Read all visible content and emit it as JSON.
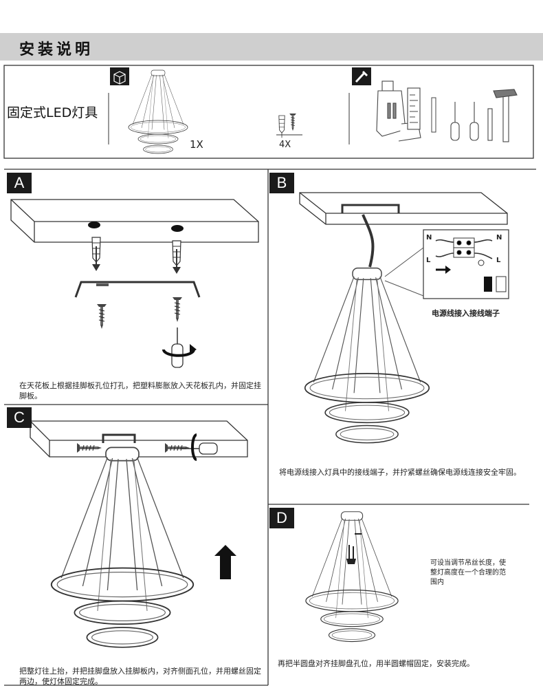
{
  "header": {
    "title": "安装说明"
  },
  "parts": {
    "product_name": "固定式LED灯具",
    "lamp_qty": "1X",
    "screw_qty": "4X"
  },
  "steps": {
    "a": {
      "label": "A",
      "text": "在天花板上根据挂脚板孔位打孔，把塑料膨胀放入天花板孔内，并固定挂脚板。"
    },
    "b": {
      "label": "B",
      "wiring_caption": "电源线接入接线端子",
      "wire_n": "N",
      "wire_l": "L",
      "text": "将电源线接入灯具中的接线端子，并拧紧螺丝确保电源线连接安全牢固。"
    },
    "c": {
      "label": "C",
      "text": "把整灯往上抬，并把挂脚盘放入挂脚板内，对齐侧面孔位，并用螺丝固定两边，使灯体固定完成。"
    },
    "d": {
      "label": "D",
      "note": "可设当调节吊丝长度，使整灯高度在一个合理的范围内",
      "text": "再把半圆盘对齐挂脚盘孔位，用半圆螺帽固定，安装完成。"
    }
  },
  "colors": {
    "title_bar": "#cfcfcf",
    "badge": "#1b1b1b",
    "line": "#333333"
  }
}
